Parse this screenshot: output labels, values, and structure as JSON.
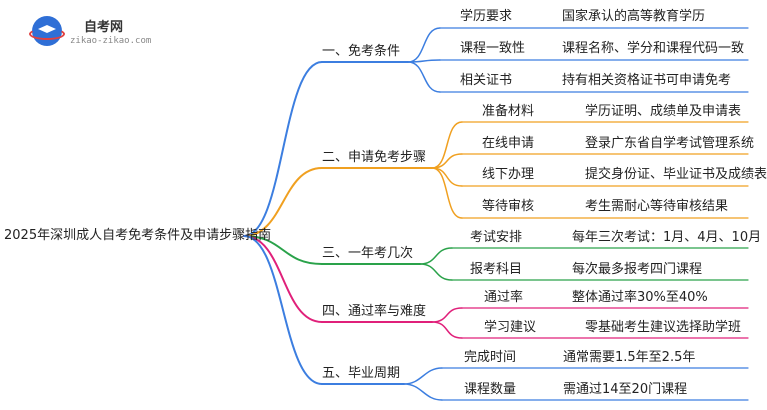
{
  "logo": {
    "title": "自考网",
    "url": "zikao-zikao.com"
  },
  "root": "2025年深圳成人自考免考条件及申请步骤指南",
  "branches": [
    {
      "label": "一、免考条件",
      "color": "#3c7ee0",
      "items": [
        {
          "label": "学历要求",
          "desc": "国家承认的高等教育学历"
        },
        {
          "label": "课程一致性",
          "desc": "课程名称、学分和课程代码一致"
        },
        {
          "label": "相关证书",
          "desc": "持有相关资格证书可申请免考"
        }
      ]
    },
    {
      "label": "二、申请免考步骤",
      "color": "#f0a020",
      "items": [
        {
          "label": "准备材料",
          "desc": "学历证明、成绩单及申请表"
        },
        {
          "label": "在线申请",
          "desc": "登录广东省自学考试管理系统"
        },
        {
          "label": "线下办理",
          "desc": "提交身份证、毕业证书及成绩表"
        },
        {
          "label": "等待审核",
          "desc": "考生需耐心等待审核结果"
        }
      ]
    },
    {
      "label": "三、一年考几次",
      "color": "#2aa24a",
      "items": [
        {
          "label": "考试安排",
          "desc": "每年三次考试：1月、4月、10月"
        },
        {
          "label": "报考科目",
          "desc": "每次最多报考四门课程"
        }
      ]
    },
    {
      "label": "四、通过率与难度",
      "color": "#e0207a",
      "items": [
        {
          "label": "通过率",
          "desc": "整体通过率30%至40%"
        },
        {
          "label": "学习建议",
          "desc": "零基础考生建议选择助学班"
        }
      ]
    },
    {
      "label": "五、毕业周期",
      "color": "#3c7ee0",
      "items": [
        {
          "label": "完成时间",
          "desc": "通常需要1.5年至2.5年"
        },
        {
          "label": "课程数量",
          "desc": "需通过14至20门课程"
        }
      ]
    }
  ]
}
